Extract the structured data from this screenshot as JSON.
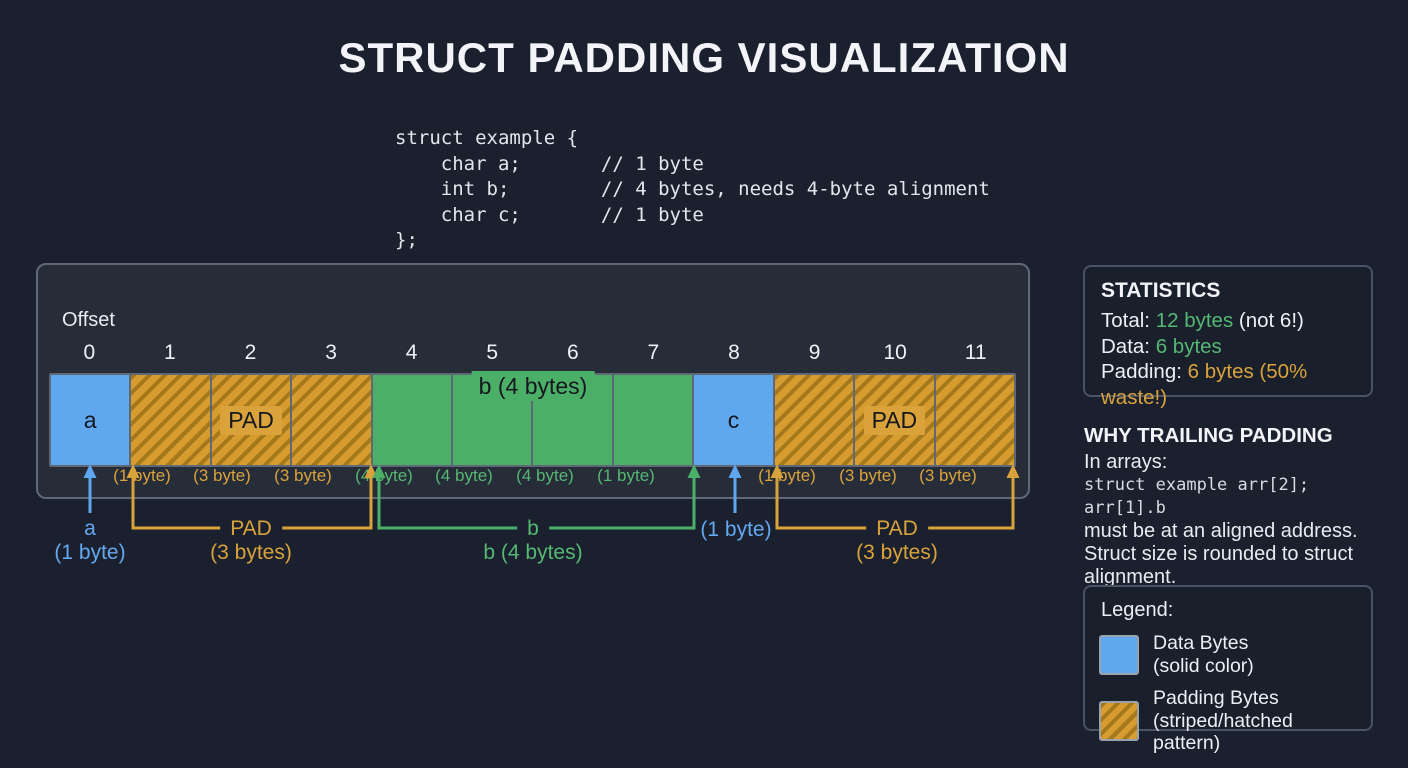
{
  "title": "STRUCT PADDING VISUALIZATION",
  "code": "struct example {\n    char a;       // 1 byte\n    int b;        // 4 bytes, needs 4-byte alignment\n    char c;       // 1 byte\n};",
  "diagram": {
    "offset_label": "Offset",
    "offsets": [
      "0",
      "1",
      "2",
      "3",
      "4",
      "5",
      "6",
      "7",
      "8",
      "9",
      "10",
      "11"
    ],
    "cell_labels": {
      "a": "a",
      "pad_left": "PAD",
      "b": "b (4 bytes)",
      "c": "c",
      "pad_right": "PAD"
    },
    "byte_labels": [
      "(1 byte)",
      "(3 byte)",
      "(3 byte)",
      "(4 byte)",
      "(4 byte)",
      "(4 byte)",
      "(1 byte)",
      "(1 byte)",
      "(3 byte)",
      "(3 byte)"
    ],
    "annotations": {
      "a_name": "a",
      "a_size": "(1 byte)",
      "pad1_name": "PAD",
      "pad1_size": "(3 bytes)",
      "b_name": "b",
      "b_size": "b (4 bytes)",
      "c_size": "(1 byte)",
      "pad2_name": "PAD",
      "pad2_size": "(3 bytes)"
    }
  },
  "statistics": {
    "heading": "STATISTICS",
    "total_label": "Total: ",
    "total_value": "12 bytes",
    "total_note": " (not 6!)",
    "data_label": "Data: ",
    "data_value": "6 bytes",
    "padding_label": "Padding: ",
    "padding_value": "6 bytes (50% waste!)"
  },
  "why": {
    "heading": "WHY TRAILING PADDING",
    "intro": "In arrays:",
    "code_line": "struct example arr[2]; arr[1].b",
    "line1": "must be at an aligned address.",
    "line2": "Struct size is rounded to struct",
    "line3": "alignment."
  },
  "legend": {
    "heading": "Legend:",
    "data_label": "Data Bytes",
    "data_sub": "(solid color)",
    "pad_label": "Padding Bytes",
    "pad_sub": "(striped/hatched pattern)"
  },
  "colors": {
    "background": "#1b202e",
    "panel_fill": "#272c39",
    "panel_border": "#5f6877",
    "data_blue": "#5fa8f0",
    "field_green": "#4caf68",
    "pad_orange": "#d69c2f",
    "pad_orange_dark": "#a5781c",
    "text_orange": "#d9a33b",
    "text_green": "#55b873",
    "text_blue": "#64a8f0"
  }
}
